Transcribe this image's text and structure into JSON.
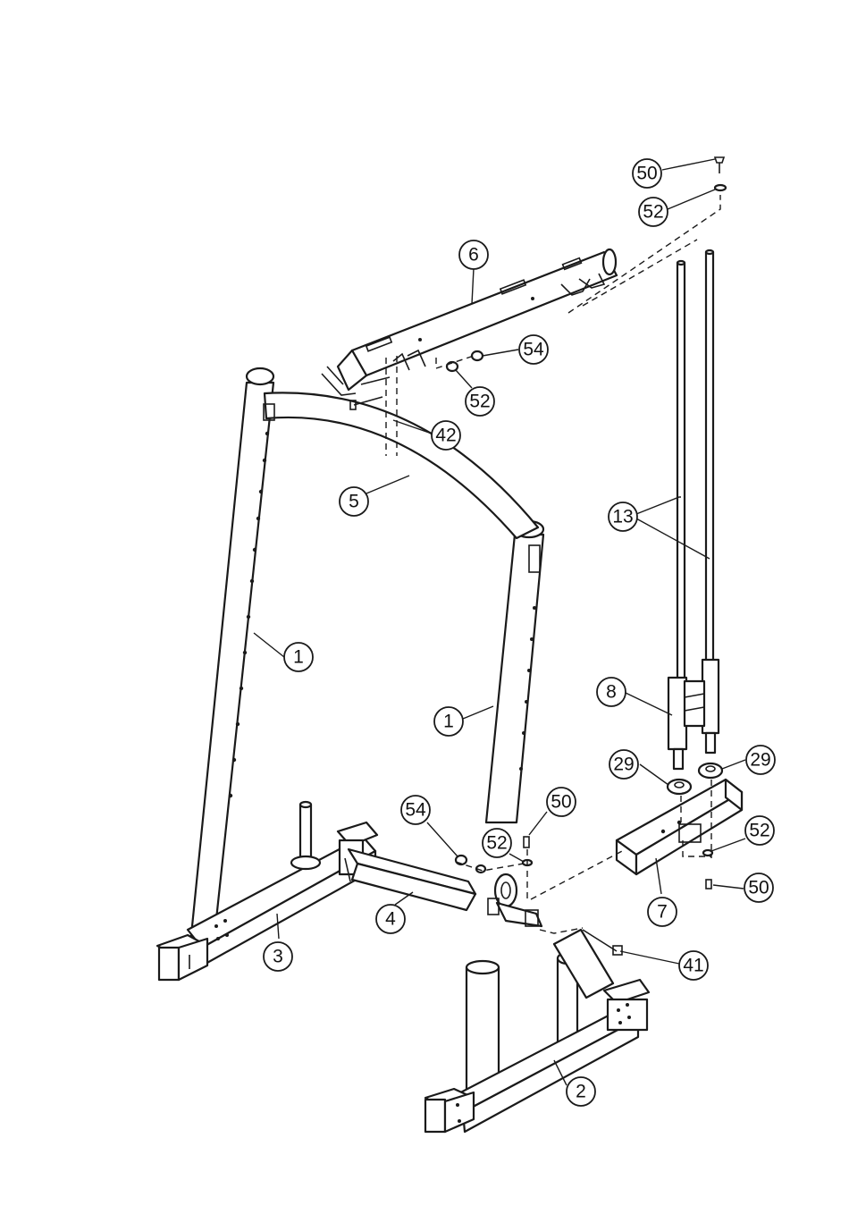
{
  "callouts": [
    {
      "id": "c50a",
      "label": "50"
    },
    {
      "id": "c52a",
      "label": "52"
    },
    {
      "id": "c6",
      "label": "6"
    },
    {
      "id": "c54a",
      "label": "54"
    },
    {
      "id": "c52b",
      "label": "52"
    },
    {
      "id": "c42",
      "label": "42"
    },
    {
      "id": "c5",
      "label": "5"
    },
    {
      "id": "c13",
      "label": "13"
    },
    {
      "id": "c1a",
      "label": "1"
    },
    {
      "id": "c1b",
      "label": "1"
    },
    {
      "id": "c8",
      "label": "8"
    },
    {
      "id": "c29a",
      "label": "29"
    },
    {
      "id": "c29b",
      "label": "29"
    },
    {
      "id": "c54b",
      "label": "54"
    },
    {
      "id": "c50b",
      "label": "50"
    },
    {
      "id": "c52c",
      "label": "52"
    },
    {
      "id": "c52d",
      "label": "52"
    },
    {
      "id": "c50c",
      "label": "50"
    },
    {
      "id": "c4",
      "label": "4"
    },
    {
      "id": "c7",
      "label": "7"
    },
    {
      "id": "c3",
      "label": "3"
    },
    {
      "id": "c41",
      "label": "41"
    },
    {
      "id": "c2",
      "label": "2"
    }
  ]
}
